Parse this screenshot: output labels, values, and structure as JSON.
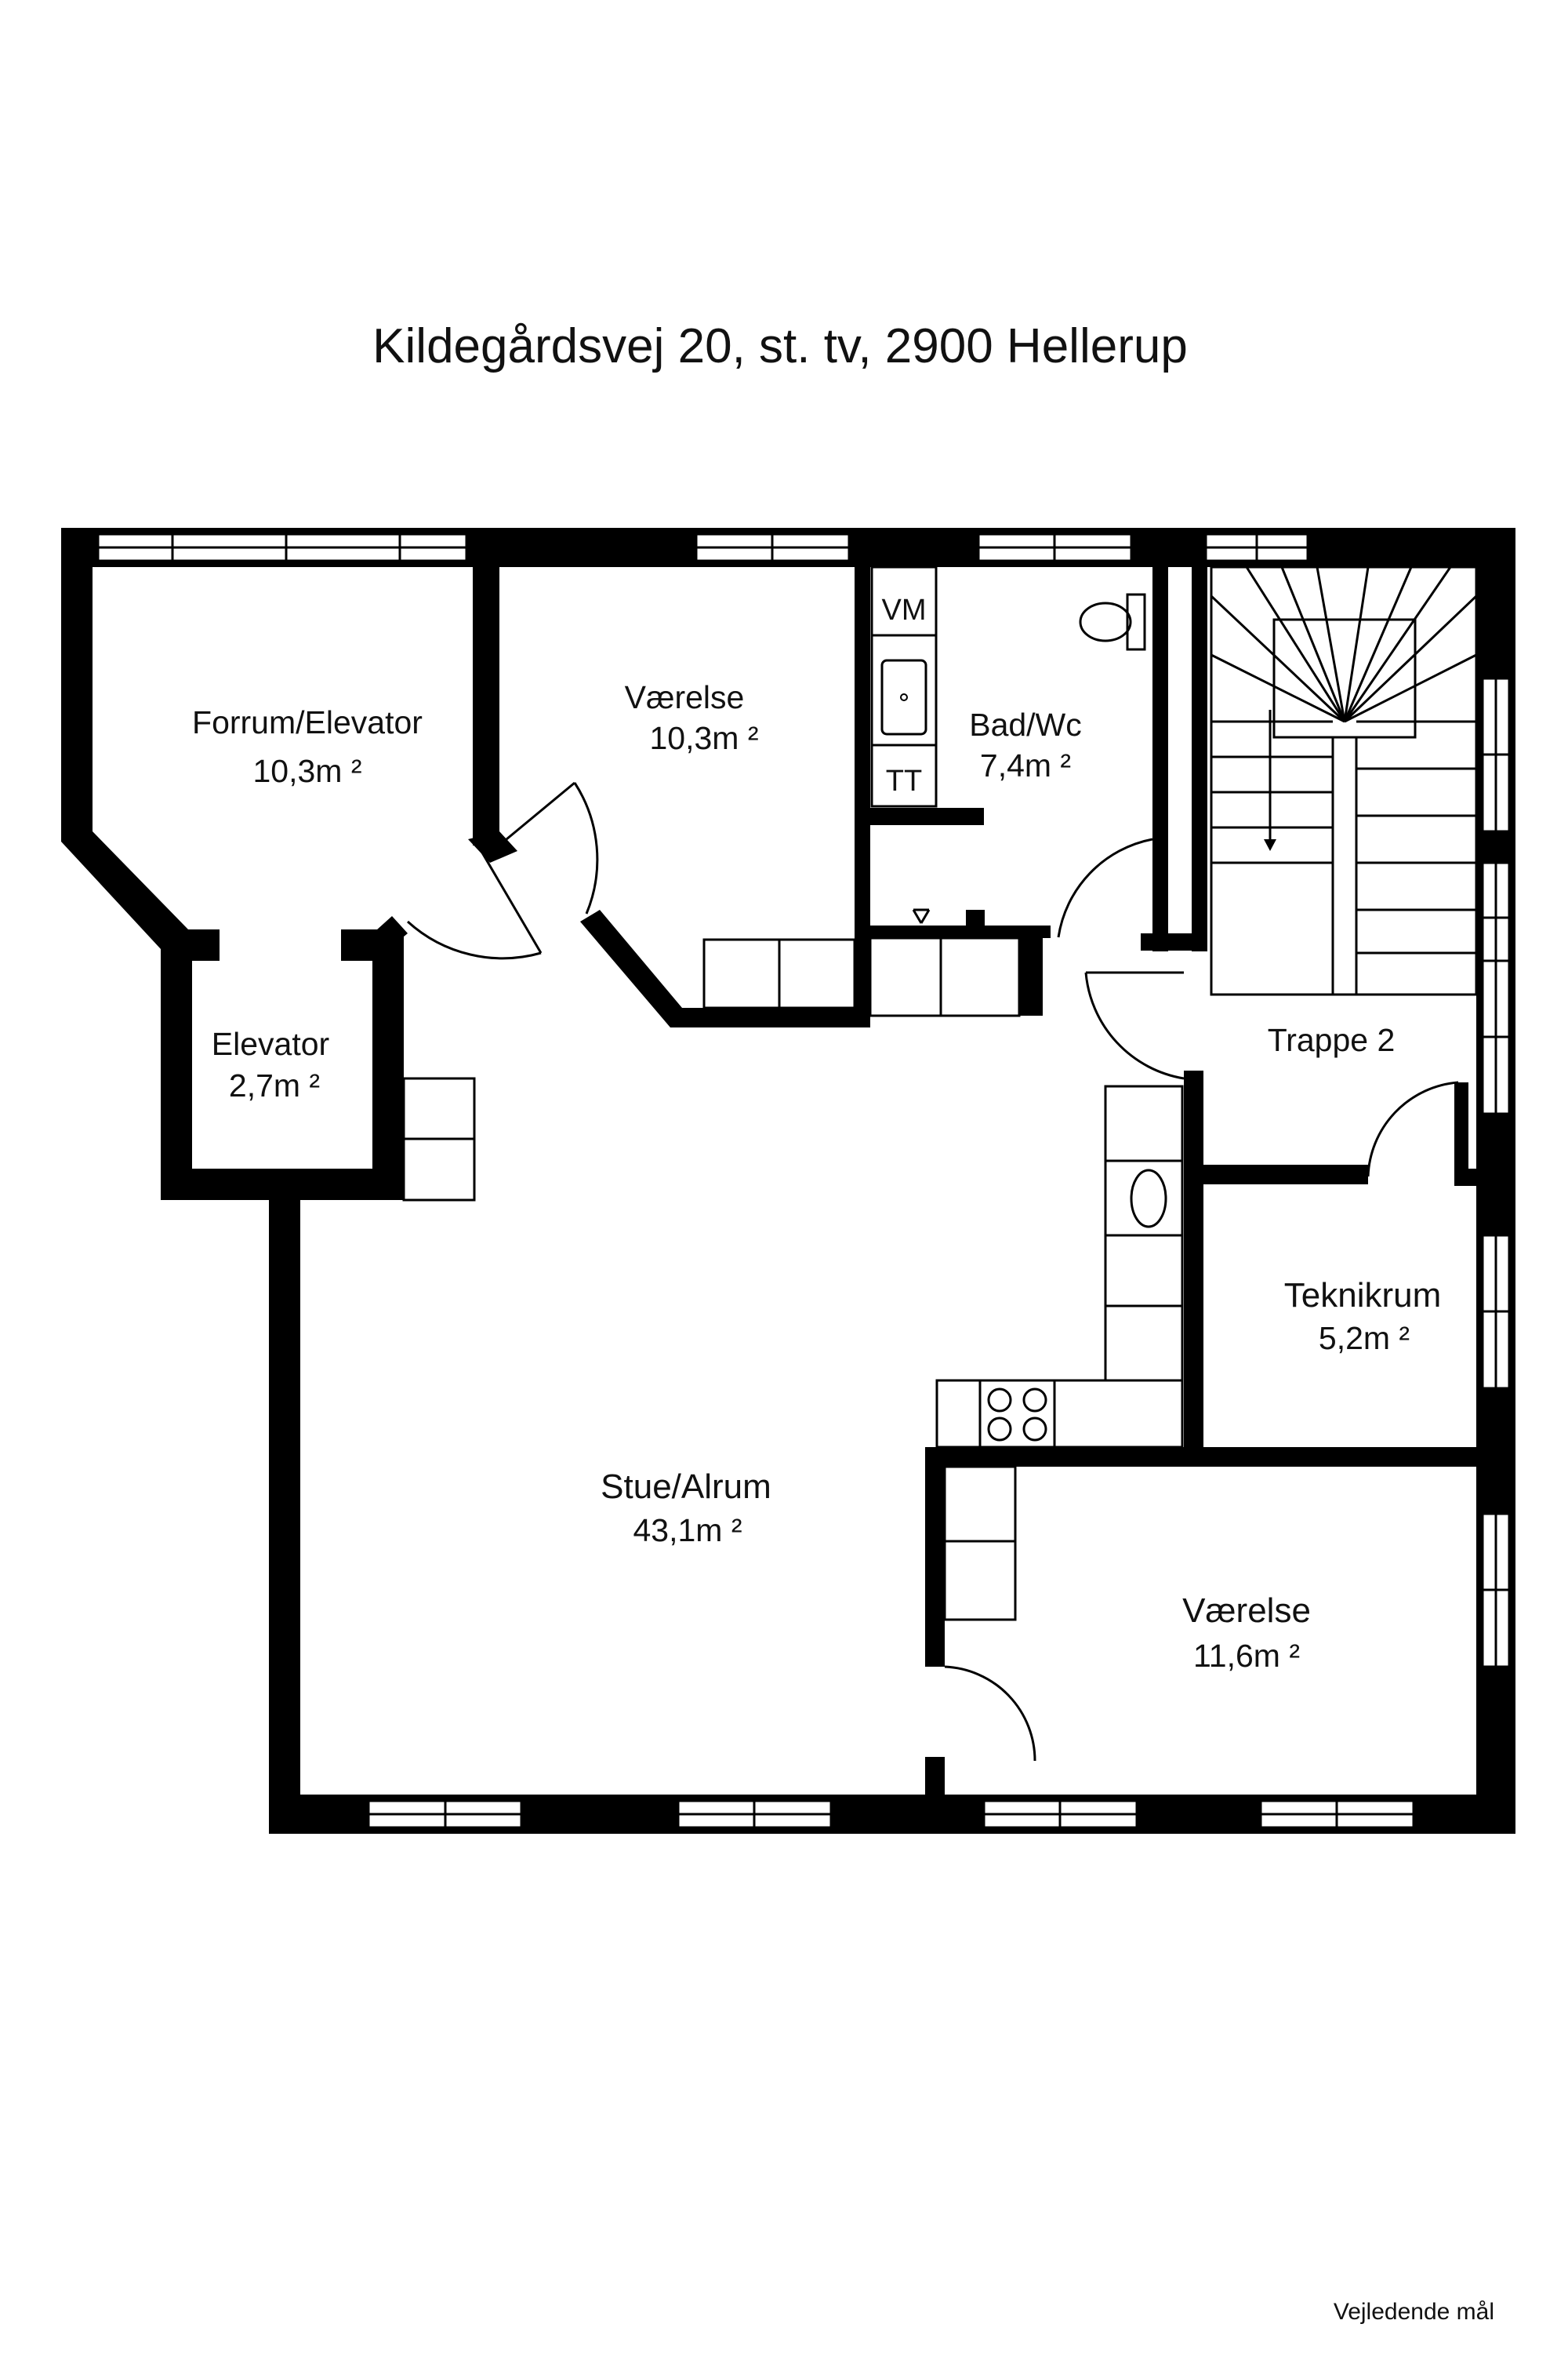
{
  "title": "Kildegårdsvej 20, st. tv, 2900 Hellerup",
  "rooms": {
    "forrum": {
      "name": "Forrum/Elevator",
      "area": "10,3m ²"
    },
    "vaerelse_top": {
      "name": "Værelse",
      "area": "10,3m ²"
    },
    "bad": {
      "name": "Bad/Wc",
      "area": "7,4m ²"
    },
    "elevator": {
      "name": "Elevator",
      "area": "2,7m ²"
    },
    "trappe": {
      "name": "Trappe 2"
    },
    "teknikrum": {
      "name": "Teknikrum",
      "area": "5,2m ²"
    },
    "stue": {
      "name": "Stue/Alrum",
      "area": "43,1m ²"
    },
    "vaerelse_bottom": {
      "name": "Værelse",
      "area": "11,6m ²"
    }
  },
  "fixtures": {
    "vm": "VM",
    "tt": "TT"
  },
  "footer": {
    "note": "Vejledende mål"
  }
}
